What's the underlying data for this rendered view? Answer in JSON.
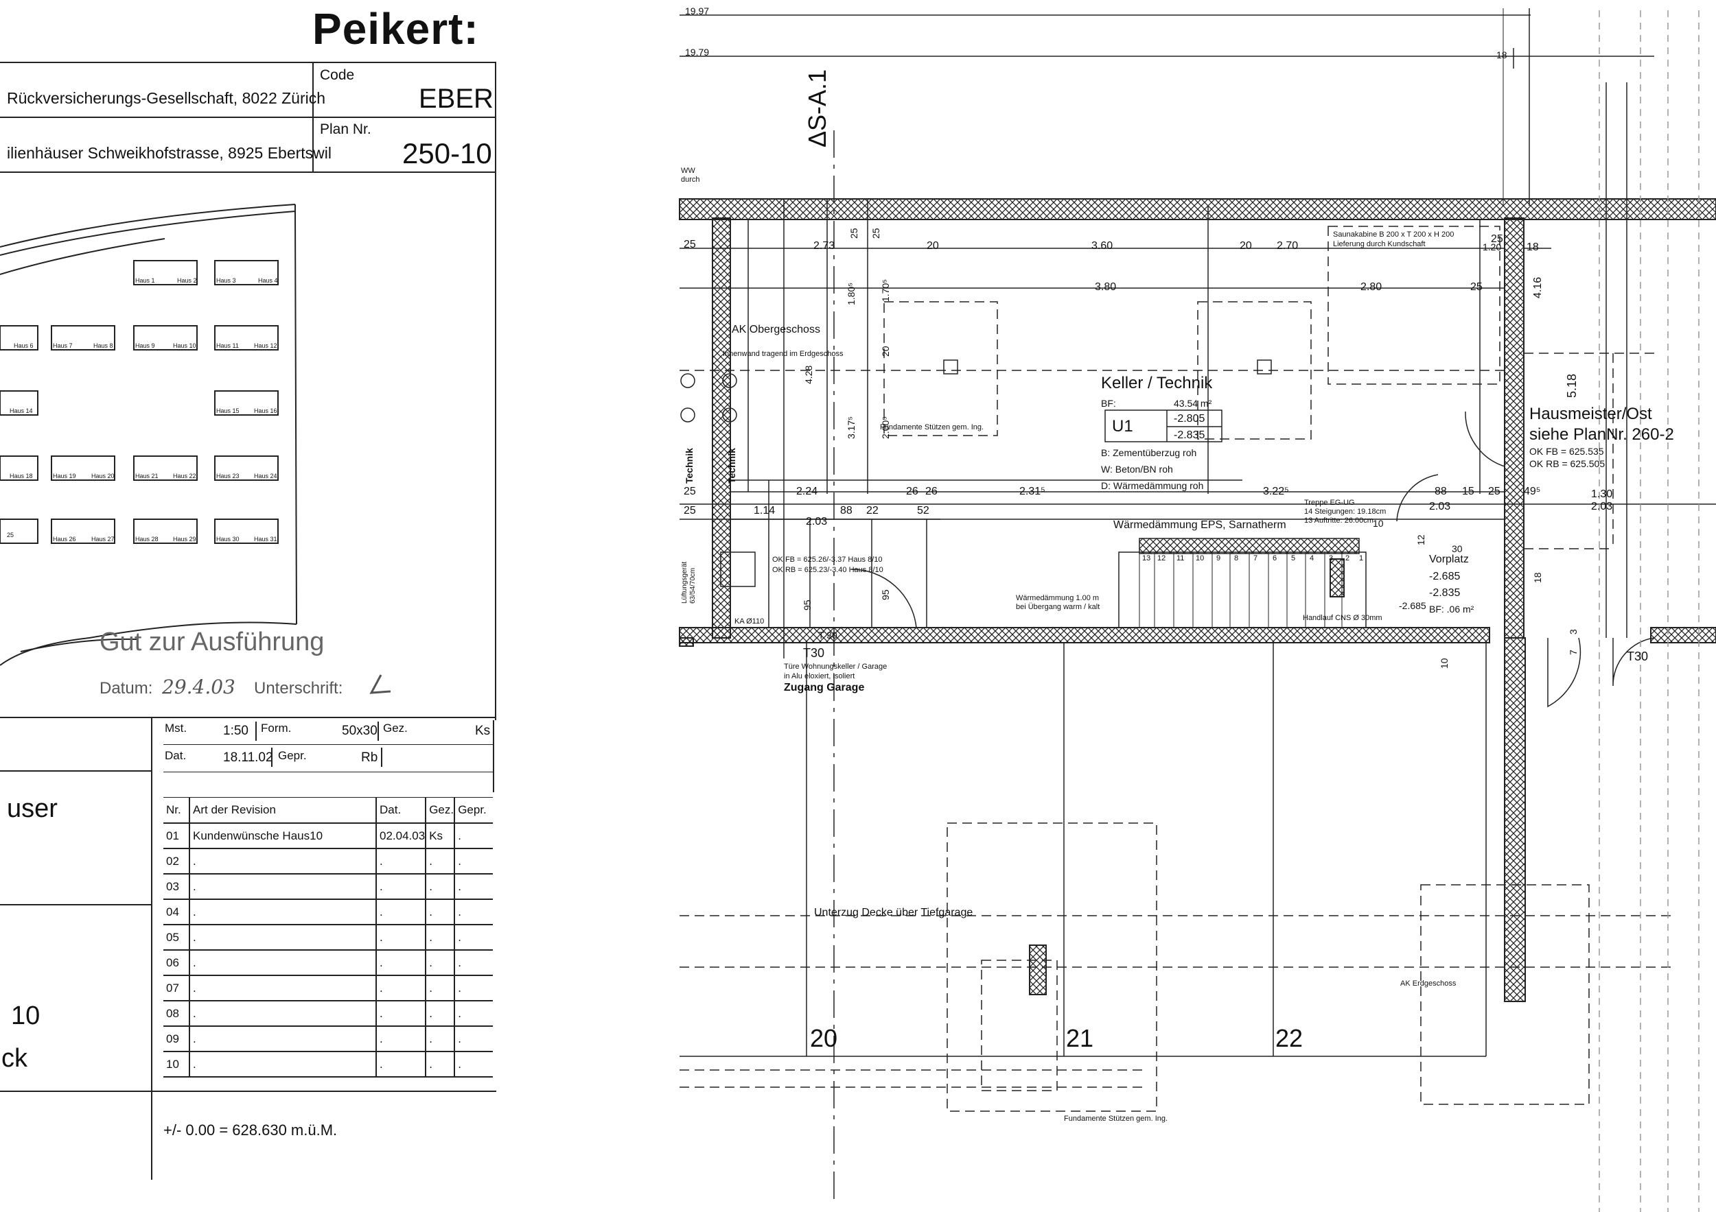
{
  "title_block": {
    "company": "Peikert:",
    "client_line": "Rückversicherungs-Gesellschaft, 8022 Zürich",
    "project_line": "ilienhäuser Schweikhofstrasse, 8925 Ebertswil",
    "code_label": "Code",
    "code_value": "EBER",
    "plan_label": "Plan Nr.",
    "plan_value": "250-10",
    "site_plan": {
      "houses_row1": [
        [
          "Haus 1",
          "Haus 2"
        ],
        [
          "Haus 3",
          "Haus 4"
        ]
      ],
      "houses_row2": [
        [
          "Haus 6",
          ""
        ],
        [
          "Haus 7",
          "Haus 8"
        ],
        [
          "Haus 9",
          "Haus 10"
        ],
        [
          "Haus 11",
          "Haus 12"
        ]
      ],
      "houses_row3": [
        [
          "Haus 14",
          ""
        ],
        [
          "Haus 15",
          "Haus 16"
        ]
      ],
      "houses_row4": [
        [
          "Haus 18",
          ""
        ],
        [
          "Haus 19",
          "Haus 20"
        ],
        [
          "Haus 21",
          "Haus 22"
        ],
        [
          "Haus 23",
          "Haus 24"
        ]
      ],
      "houses_row5": [
        [
          "25",
          ""
        ],
        [
          "Haus 26",
          "Haus 27"
        ],
        [
          "Haus 28",
          "Haus 29"
        ],
        [
          "Haus 30",
          "Haus 31"
        ]
      ]
    },
    "approval_stamp": "Gut zur Ausführung",
    "datum_label": "Datum:",
    "datum_value": "29.4.03",
    "signature_label": "Unterschrift:",
    "mst_label": "Mst.",
    "mst_value": "1:50",
    "form_label": "Form.",
    "form_value": "50x30",
    "gez_label": "Gez.",
    "gez_value": "Ks",
    "dat_label": "Dat.",
    "dat_value": "18.11.02",
    "gepr_label": "Gepr.",
    "gepr_value": "Rb",
    "name_fragment_1": "user",
    "name_fragment_2": "10",
    "name_fragment_3": "ck",
    "revision_header": [
      "Nr.",
      "Art der Revision",
      "Dat.",
      "Gez.",
      "Gepr."
    ],
    "revisions": [
      [
        "01",
        "Kundenwünsche Haus10",
        "02.04.03",
        "Ks",
        "."
      ],
      [
        "02",
        ".",
        ".",
        ".",
        "."
      ],
      [
        "03",
        ".",
        ".",
        ".",
        "."
      ],
      [
        "04",
        ".",
        ".",
        ".",
        "."
      ],
      [
        "05",
        ".",
        ".",
        ".",
        "."
      ],
      [
        "06",
        ".",
        ".",
        ".",
        "."
      ],
      [
        "07",
        ".",
        ".",
        ".",
        "."
      ],
      [
        "08",
        ".",
        ".",
        ".",
        "."
      ],
      [
        "09",
        ".",
        ".",
        ".",
        "."
      ],
      [
        "10",
        ".",
        ".",
        ".",
        "."
      ]
    ],
    "datum_height": "+/- 0.00 = 628.630 m.ü.M."
  },
  "plan": {
    "dim_top1": "19.97",
    "dim_top2": "19.79",
    "dim_18a": "18",
    "dim_18b": "18",
    "section_mark": "ΔS-A.1",
    "ww_label": "WW",
    "durch_label": "durch",
    "dims_row1": [
      "25",
      "2.73",
      "20",
      "3.60",
      "20",
      "2.70",
      "25"
    ],
    "dims_row2": [
      "3.80",
      "2.80",
      "25"
    ],
    "vertical_dims": [
      "25",
      "25",
      "1.80⁵",
      "1.70⁵",
      "20",
      "4.28",
      "3.17⁵",
      "2.00⁵",
      "4.16",
      "5.18"
    ],
    "sauna_note_1": "Saunakabine B 200 x T 200 x H 200",
    "sauna_note_2": "Lieferung durch Kundschaft",
    "ak_og": "AK Obergeschoss",
    "innenwand": "Innenwand tragend im Erdgeschoss",
    "fundamente": "Fundamente Stützen gem. Ing.",
    "room_name": "Keller / Technik",
    "room_bf_label": "BF:",
    "room_bf_value": "43.54 m²",
    "room_code": "U1",
    "room_level1": "-2.805",
    "room_level2": "-2.835",
    "room_b": "B:   Zementüberzug roh",
    "room_w": "W:          Beton/BN roh",
    "room_d": "D: Wärmedämmung roh",
    "technik1": "Technik",
    "technik2": "Technik",
    "hausmeister_1": "Hausmeister/Ost",
    "hausmeister_2": "siehe PlanNr. 260-2",
    "ok_fb_right": "OK FB = 625.535",
    "ok_rb_right": "OK RB = 625.505",
    "dims_row3": [
      "25",
      "2.24",
      "26",
      "26",
      "2.31⁵",
      "3.22⁵",
      "88",
      "15",
      "25",
      "49⁵",
      "1.30"
    ],
    "dims_row4": [
      "25",
      "1.14",
      "88",
      "22",
      "52",
      "2.03",
      "2.03",
      "2.03"
    ],
    "treppe_1": "Treppe EG-UG",
    "treppe_2": "14 Steigungen: 19.18cm",
    "treppe_3": "13 Auftritte: 26.00cm",
    "waermedaemmung_eps": "Wärmedämmung EPS, Sarnatherm",
    "lueftung_1": "Lüftungsgerät",
    "lueftung_2": "63/54/70cm",
    "ok_fb_left": "OK FB = 625.26/-3.37 Haus 8/10",
    "ok_rb_left": "OK RB = 625.23/-3.40 Haus 8/10",
    "ka": "KA Ø110",
    "dims_95": [
      "95",
      "95"
    ],
    "waermedaemmung_100": "Wärmedämmung 1.00 m",
    "uebergang": "bei Übergang warm / kalt",
    "handlauf": "Handlauf CNS Ø 30mm",
    "steps": [
      "13",
      "12",
      "11",
      "10",
      "9",
      "8",
      "7",
      "6",
      "5",
      "4",
      "3",
      "2",
      "1"
    ],
    "vorplatz": "Vorplatz",
    "vorplatz_l1": "-2.685",
    "vorplatz_l2": "-2.835",
    "vorplatz_l3": "-2.685",
    "vorplatz_bf": "BF:  .06 m²",
    "t30_a": "T 30",
    "t30_b": "T30",
    "t30_c": "T30",
    "tuere_1": "Türe Wohnungskeller / Garage",
    "tuere_2": "in Alu eloxiert, isoliert",
    "zugang_garage": "Zugang Garage",
    "unterzug": "Unterzug Decke über Tiefgarage",
    "ak_eg": "AK Erdgeschoss",
    "fundamente_2": "Fundamente Stützen gem. Ing.",
    "parking": [
      "20",
      "21",
      "22"
    ],
    "dims_misc": [
      "18",
      "10",
      "12",
      "30",
      "10",
      "3",
      "7",
      "1.20"
    ]
  }
}
